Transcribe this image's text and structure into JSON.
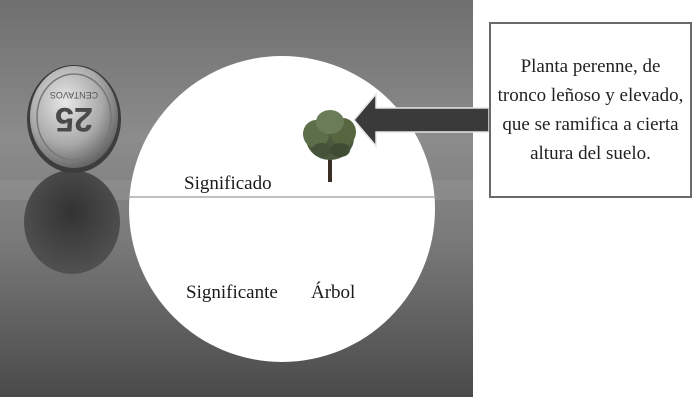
{
  "diagram": {
    "upper_label": "Significado",
    "lower_label": "Significante",
    "word": "Árbol",
    "coin_text": "25",
    "coin_rim_text": "CENTAVOS",
    "definition_lines": [
      "Planta perenne, de",
      "tronco leñoso y elevado,",
      "que se ramifica a cierta",
      "altura del suelo."
    ],
    "icons": {
      "tree": "tree-icon",
      "arrow": "arrow-left-icon",
      "coin": "coin-image"
    },
    "colors": {
      "circle_fill": "#ffffff",
      "divider": "#9a9a9a",
      "arrow": "#3a3a3a",
      "box_border": "#6a6a6a"
    }
  }
}
